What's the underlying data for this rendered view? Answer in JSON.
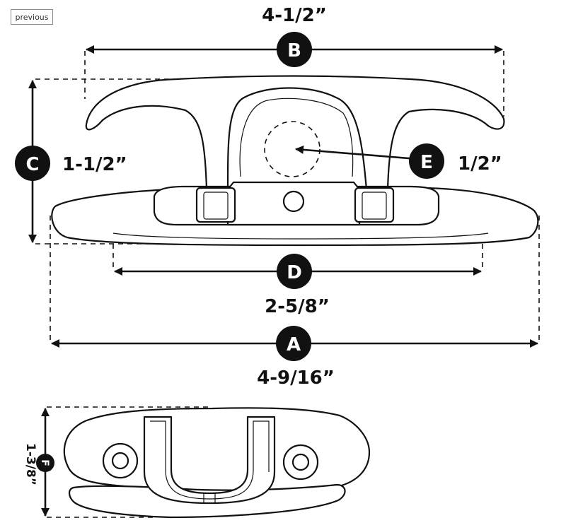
{
  "nav": {
    "previous_label": "previous"
  },
  "dimensions": {
    "A": {
      "letter": "A",
      "value": "4-9/16”"
    },
    "B": {
      "letter": "B",
      "value": "4-1/2”"
    },
    "C": {
      "letter": "C",
      "value": "1-1/2”"
    },
    "D": {
      "letter": "D",
      "value": "2-5/8”"
    },
    "E": {
      "letter": "E",
      "value": "1/2”"
    },
    "F": {
      "letter": "F",
      "value": "1-3/8”"
    }
  }
}
